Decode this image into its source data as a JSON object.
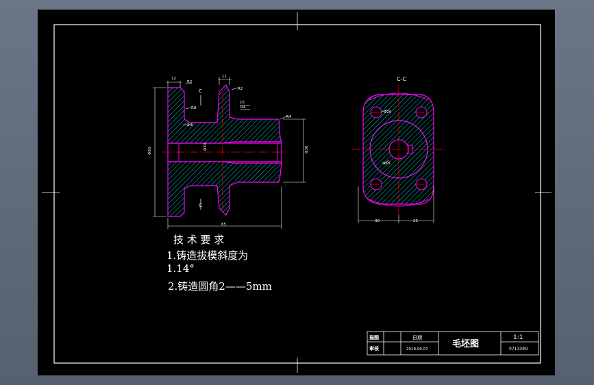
{
  "drawing": {
    "section_label": "C-C",
    "cut_marker": "C",
    "tech_req": {
      "heading": "技 术 要 求",
      "line1": "1.铸造拔模斜度为",
      "line2": "1.14°",
      "line3": "2.铸造圆角2——5mm"
    },
    "title_block": {
      "drawn_by": "描图",
      "checked_by": "审核",
      "date_label": "日期",
      "date_value": "2018.06.07",
      "title": "毛坯图",
      "scale": "1:1",
      "code": "071339O"
    },
    "dims": {
      "d1": "12",
      "d2": "R2",
      "d3": "11",
      "d4": "R2",
      "d5": "15",
      "d6": "R4",
      "d7": "R8",
      "d8": "R4",
      "d9": "2.6",
      "d10": "Φ60",
      "d11": "Φ30",
      "d12": "Φ36",
      "d13": "85",
      "d14": "Φ20",
      "d15": "Φ50",
      "d16": "30",
      "d17": "25"
    },
    "colors": {
      "outline": "#ff00ff",
      "hatch": "#00ffff",
      "center": "#ff0000",
      "dimension": "#ffffff",
      "border": "#ffffff",
      "background": "#000000"
    }
  }
}
